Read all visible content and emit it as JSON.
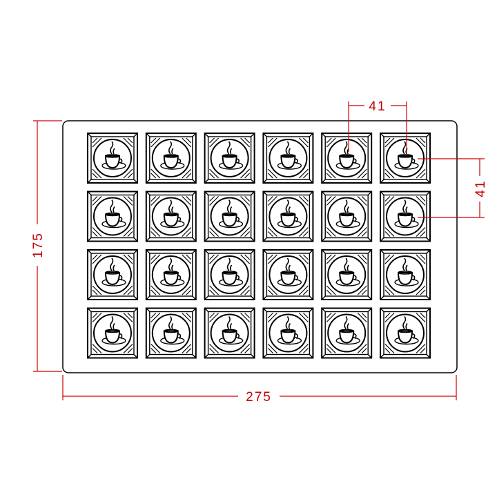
{
  "drawing": {
    "rows": 4,
    "columns": 6,
    "tile_motif": "coffee-cup",
    "line_color": "#000000",
    "dimension_color": "#d00000"
  },
  "dimensions": {
    "overall_width": "275",
    "overall_height": "175",
    "cell_pitch_horizontal": "41",
    "cell_pitch_vertical": "41"
  }
}
